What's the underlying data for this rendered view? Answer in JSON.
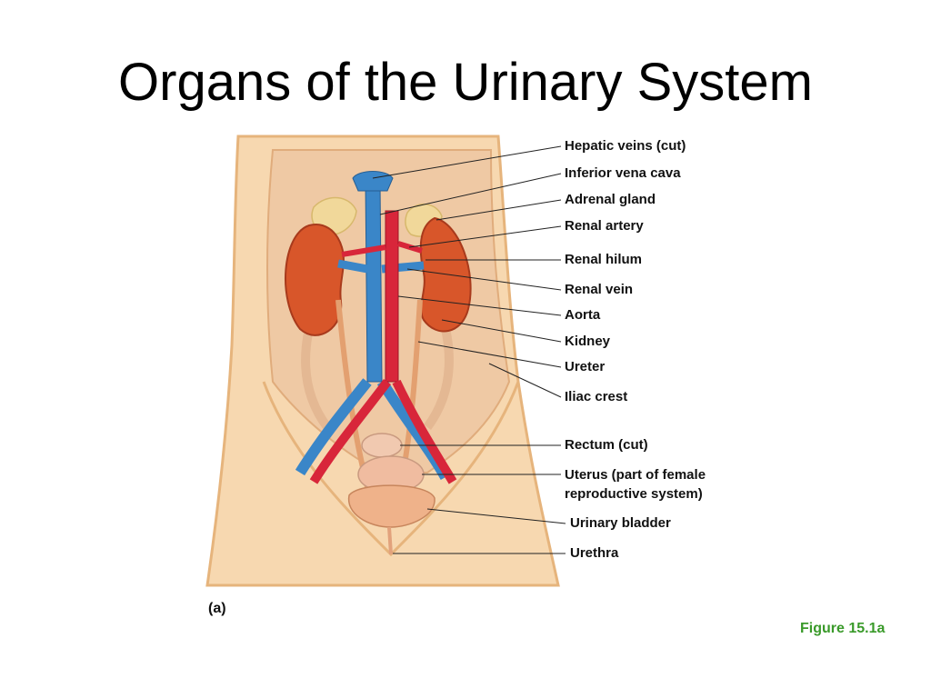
{
  "slide": {
    "title": "Organs of the Urinary System",
    "panel_letter": "(a)",
    "caption": "Figure 15.1a",
    "caption_color": "#3a9a2a"
  },
  "labels": [
    "Hepatic veins (cut)",
    "Inferior vena cava",
    "Adrenal gland",
    "Renal artery",
    "Renal hilum",
    "Renal vein",
    "Aorta",
    "Kidney",
    "Ureter",
    "Iliac crest",
    "Rectum (cut)",
    "Uterus (part of female",
    "reproductive system)",
    "Urinary bladder",
    "Urethra"
  ],
  "colors": {
    "skin": "#f7d8b0",
    "skin_edge": "#e6b47c",
    "kidney": "#d8562a",
    "vein": "#3a86c8",
    "artery": "#d8263a",
    "adrenal": "#f1d89a",
    "ureter": "#e3a070"
  }
}
